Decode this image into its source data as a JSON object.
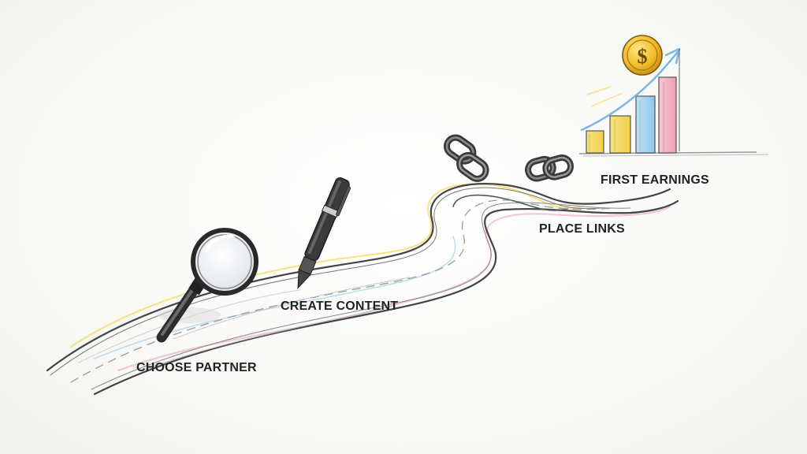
{
  "steps": [
    {
      "label": "CHOOSE PARTNER",
      "icon": "magnifying-glass-icon"
    },
    {
      "label": "CREATE CONTENT",
      "icon": "pen-icon"
    },
    {
      "label": "PLACE LINKS",
      "icon": "chain-link-icon"
    },
    {
      "label": "FIRST EARNINGS",
      "icon": "dollar-coin-icon"
    }
  ],
  "coin_symbol": "$",
  "colors": {
    "ink": "#2a2a2a",
    "road": "#555555",
    "accent_yellow": "#f2d84a",
    "accent_pink": "#f0a0b8",
    "accent_blue": "#8fc6ea",
    "bar_yellow": "#f5dc6a",
    "bar_blue": "#a9d6f2",
    "bar_pink": "#f4b3c4",
    "coin_gold": "#f0b92a"
  }
}
